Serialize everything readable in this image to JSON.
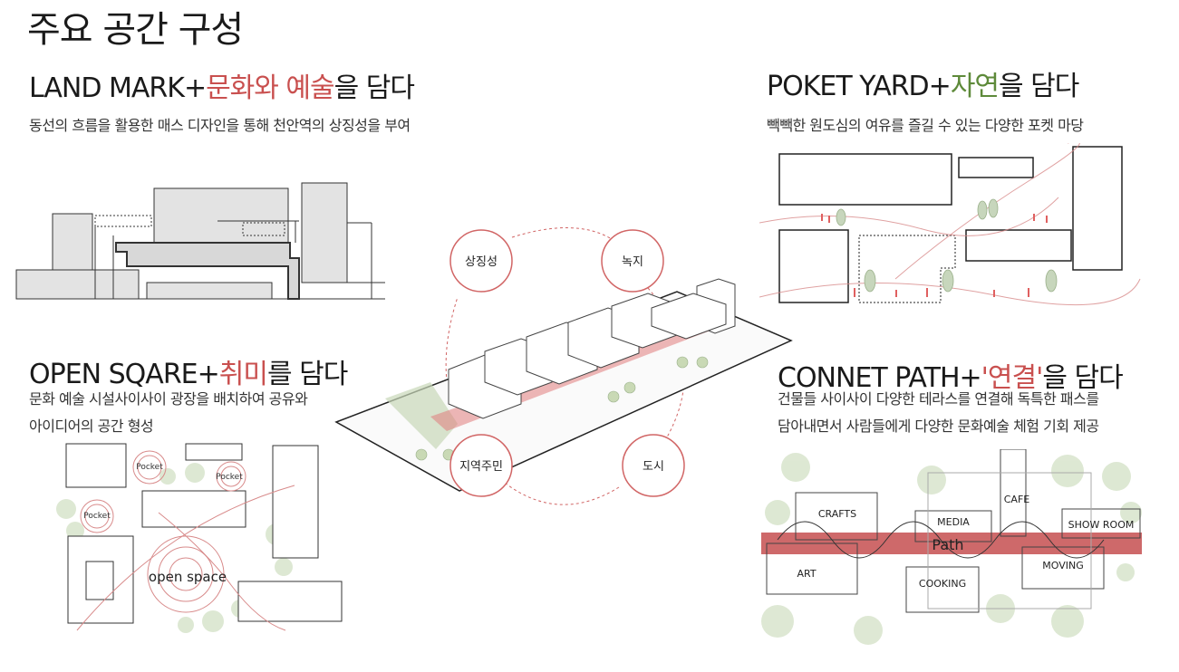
{
  "page_title": "주요 공간 구성",
  "sections": {
    "landmark": {
      "title_en": "LAND MARK",
      "plus": "+",
      "title_accent": "문화와 예술",
      "title_suffix": "을 담다",
      "desc": "동선의 흐름을 활용한 매스 디자인을 통해 천안역의 상징성을 부여"
    },
    "pocket_yard": {
      "title_en": "POKET YARD",
      "plus": "+",
      "title_accent": "자연",
      "title_suffix": "을 담다",
      "desc": "빽빽한 원도심의 여유를 즐길 수 있는 다양한 포켓 마당"
    },
    "open_square": {
      "title_en": "OPEN SQARE",
      "plus": "+",
      "title_accent": "취미",
      "title_suffix": "를 담다",
      "desc_line1": "문화 예술 시설사이사이 광장을 배치하여 공유와",
      "desc_line2": "아이디어의 공간 형성"
    },
    "connect_path": {
      "title_en": "CONNET PATH",
      "plus": "+",
      "title_accent": "'연결'",
      "title_suffix": "을 담다",
      "desc_line1": "건물들 사이사이 다양한 테라스를 연결해 독특한 패스를",
      "desc_line2": "담아내면서 사람들에게 다양한 문화예술 체험 기회 제공"
    }
  },
  "center_diagram": {
    "circle_labels": [
      "상징성",
      "녹지",
      "지역주민",
      "도시"
    ]
  },
  "open_square_labels": {
    "pocket": "Pocket",
    "open_space": "open space"
  },
  "connect_path_labels": {
    "path": "Path",
    "programs": [
      "CRAFTS",
      "MEDIA",
      "CAFE",
      "SHOW ROOM",
      "ART",
      "COOKING",
      "MOVING"
    ]
  },
  "colors": {
    "accent_red": "#c9504f",
    "accent_green": "#5e8a3a",
    "path_red": "#c9595a",
    "mass_gray": "#e3e3e3",
    "tree_green": "#d8e4cc"
  }
}
